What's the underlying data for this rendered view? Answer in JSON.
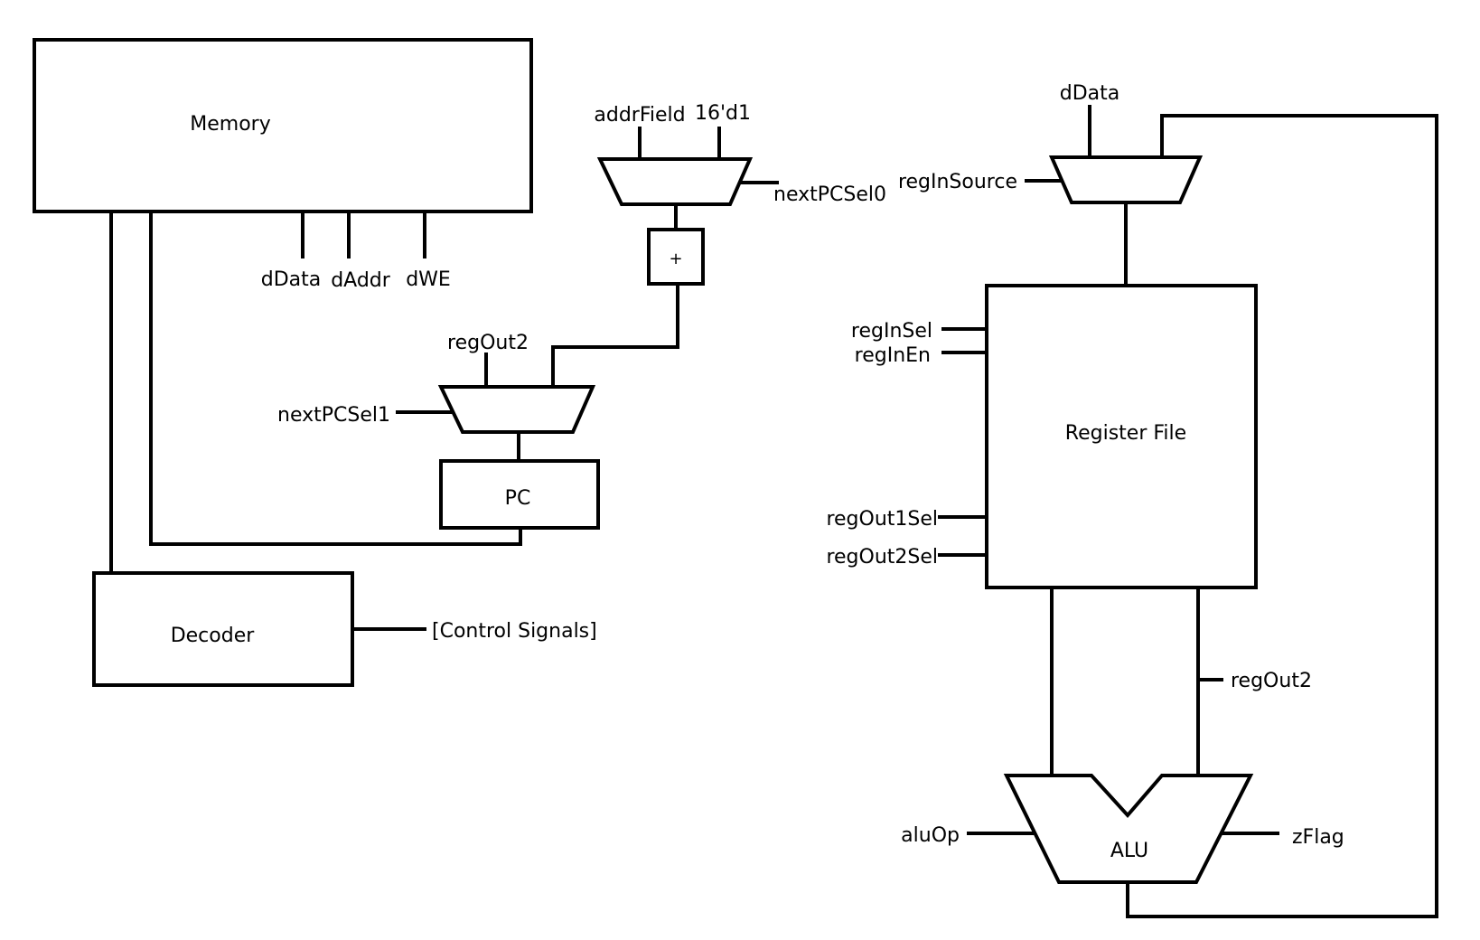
{
  "blocks": {
    "memory": "Memory",
    "decoder": "Decoder",
    "pc": "PC",
    "adder": "+",
    "register_file": "Register File",
    "alu": "ALU"
  },
  "labels": {
    "mem_ddata": "dData",
    "mem_daddr": "dAddr",
    "mem_dwe": "dWE",
    "control_signals": "[Control Signals]",
    "addr_field": "addrField",
    "const_16d1": "16'd1",
    "next_pc_sel0": "nextPCSel0",
    "next_pc_sel1": "nextPCSel1",
    "pc_mux_regout2": "regOut2",
    "rf_ddata": "dData",
    "reg_in_source": "regInSource",
    "reg_in_sel": "regInSel",
    "reg_in_en": "regInEn",
    "reg_out1_sel": "regOut1Sel",
    "reg_out2_sel": "regOut2Sel",
    "alu_regout2": "regOut2",
    "alu_op": "aluOp",
    "z_flag": "zFlag"
  }
}
